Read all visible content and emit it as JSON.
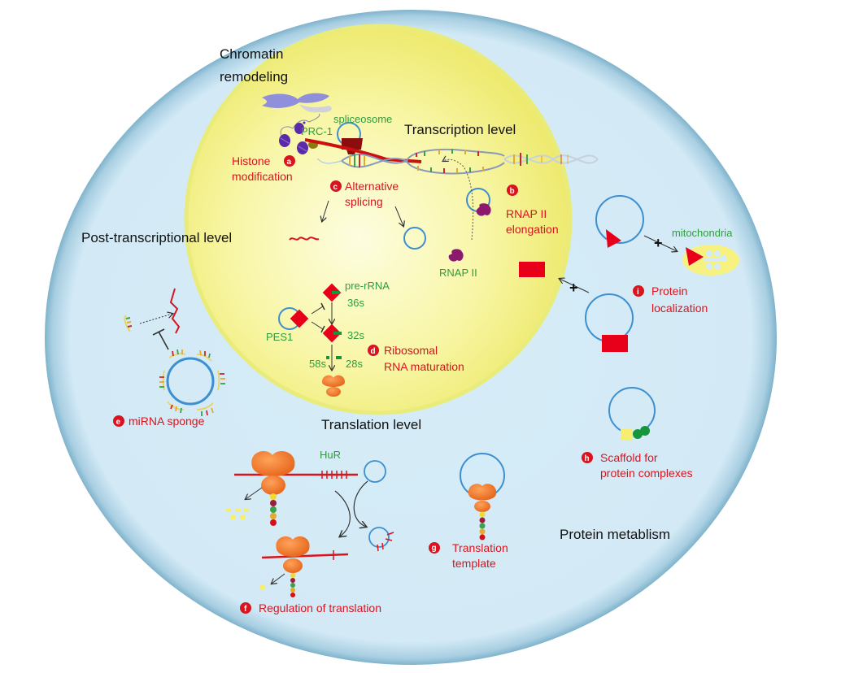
{
  "colors": {
    "cytoplasm": "#d4ebf7",
    "cytoplasm_edge": "#7fb3cc",
    "nucleus": "#f7f59a",
    "nucleus_edge": "#e6e86a",
    "circrna": "#3d8fcf",
    "label_red": "#d9141e",
    "label_green": "#2e9e3c",
    "ribosome": "#f07f2a",
    "protein_red": "#e8001a"
  },
  "levels": {
    "chromatin_line1": "Chromatin",
    "chromatin_line2": "remodeling",
    "transcription": "Transcription level",
    "post_transcriptional": "Post-transcriptional level",
    "translation": "Translation level",
    "protein_metabolism": "Protein metablism"
  },
  "functions": {
    "a": {
      "badge": "a",
      "line1": "Histone",
      "line2": "modification"
    },
    "b": {
      "badge": "b",
      "line1": "RNAP II",
      "line2": "elongation"
    },
    "c": {
      "badge": "c",
      "line1": "Alternative",
      "line2": "splicing"
    },
    "d": {
      "badge": "d",
      "line1": "Ribosomal",
      "line2": "RNA maturation"
    },
    "e": {
      "badge": "e",
      "line1": "miRNA sponge"
    },
    "f": {
      "badge": "f",
      "line1": "Regulation of translation"
    },
    "g": {
      "badge": "g",
      "line1": "Translation",
      "line2": "template"
    },
    "h": {
      "badge": "h",
      "line1": "Scaffold for",
      "line2": "protein complexes"
    },
    "i": {
      "badge": "i",
      "line1": "Protein",
      "line2": "localization"
    }
  },
  "molecules": {
    "spliceosome": "spliceosome",
    "prc1": "PRC-1",
    "rnap2": "RNAP II",
    "pre_rrna": "pre-rRNA",
    "s36": "36s",
    "s32": "32s",
    "s58": "58s",
    "s28": "28s",
    "pes1": "PES1",
    "hur": "HuR",
    "mitochondria": "mitochondria"
  }
}
